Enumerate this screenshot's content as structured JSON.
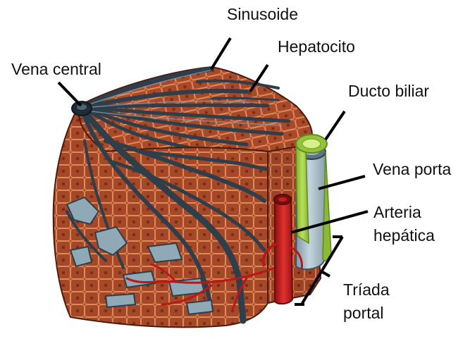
{
  "labels": {
    "sinusoide": "Sinusoide",
    "hepatocito": "Hepatocito",
    "vena_central": "Vena central",
    "ducto_biliar": "Ducto biliar",
    "vena_porta": "Vena porta",
    "arteria_line1": "Arteria",
    "arteria_line2": "hepática",
    "triada_line1": "Tríada",
    "triada_line2": "portal"
  },
  "colors": {
    "tissue": "#8a3a22",
    "cell_fill": "#b4532f",
    "cell_border": "#e08a5c",
    "vessel": "#2e3e4a",
    "portal_vein": "#a9bcc6",
    "artery": "#c21d1d",
    "bile_duct": "#93c33a"
  }
}
